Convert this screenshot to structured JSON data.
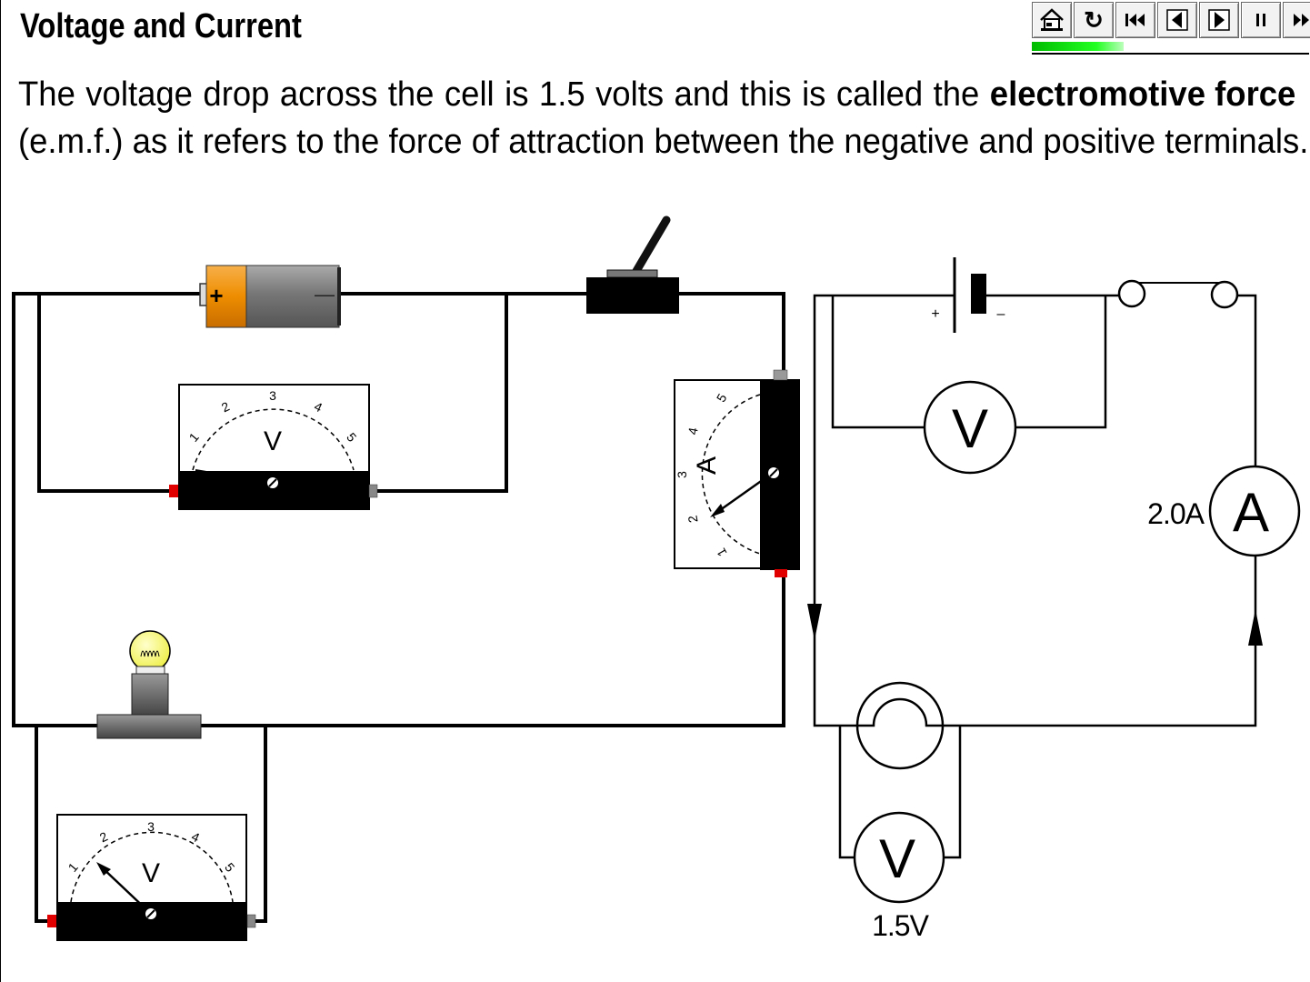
{
  "title": "Voltage and Current",
  "paragraph": {
    "line1_words": [
      "The",
      "voltage",
      "drop",
      "across",
      "the",
      "cell",
      "is",
      "1.5",
      "volts",
      "and",
      "this",
      "is",
      "called",
      "the"
    ],
    "bold_term": "electromotive force",
    "line2": "(e.m.f.) as it refers to the force of attraction between the negative and positive terminals."
  },
  "toolbar": {
    "buttons": [
      {
        "name": "home-button",
        "icon": "home-icon"
      },
      {
        "name": "replay-button",
        "icon": "replay-icon",
        "glyph": "↻"
      },
      {
        "name": "first-button",
        "icon": "skip-first-icon"
      },
      {
        "name": "previous-button",
        "icon": "previous-icon"
      },
      {
        "name": "next-button",
        "icon": "next-icon"
      },
      {
        "name": "pause-button",
        "icon": "pause-icon"
      },
      {
        "name": "last-button",
        "icon": "skip-last-icon"
      }
    ],
    "progress": 0.33
  },
  "pictorial": {
    "battery_plus": "+",
    "battery_minus": "—",
    "voltmeter_top": {
      "letter": "V",
      "scale": [
        "1",
        "2",
        "3",
        "4",
        "5"
      ]
    },
    "ammeter": {
      "letter": "A",
      "scale": [
        "1",
        "2",
        "3",
        "4",
        "5"
      ]
    },
    "voltmeter_bottom": {
      "letter": "V",
      "scale": [
        "1",
        "2",
        "3",
        "4",
        "5"
      ]
    }
  },
  "schematic": {
    "cell_plus": "+",
    "cell_minus": "–",
    "voltmeter_cell": "V",
    "ammeter": "A",
    "ammeter_reading": "2.0A",
    "voltmeter_lamp": "V",
    "voltmeter_lamp_reading": "1.5V"
  },
  "colors": {
    "progress": "#00c000",
    "battery_plus": "#f39c12",
    "meter_red": "#e00000",
    "bulb": "#ffff66"
  }
}
